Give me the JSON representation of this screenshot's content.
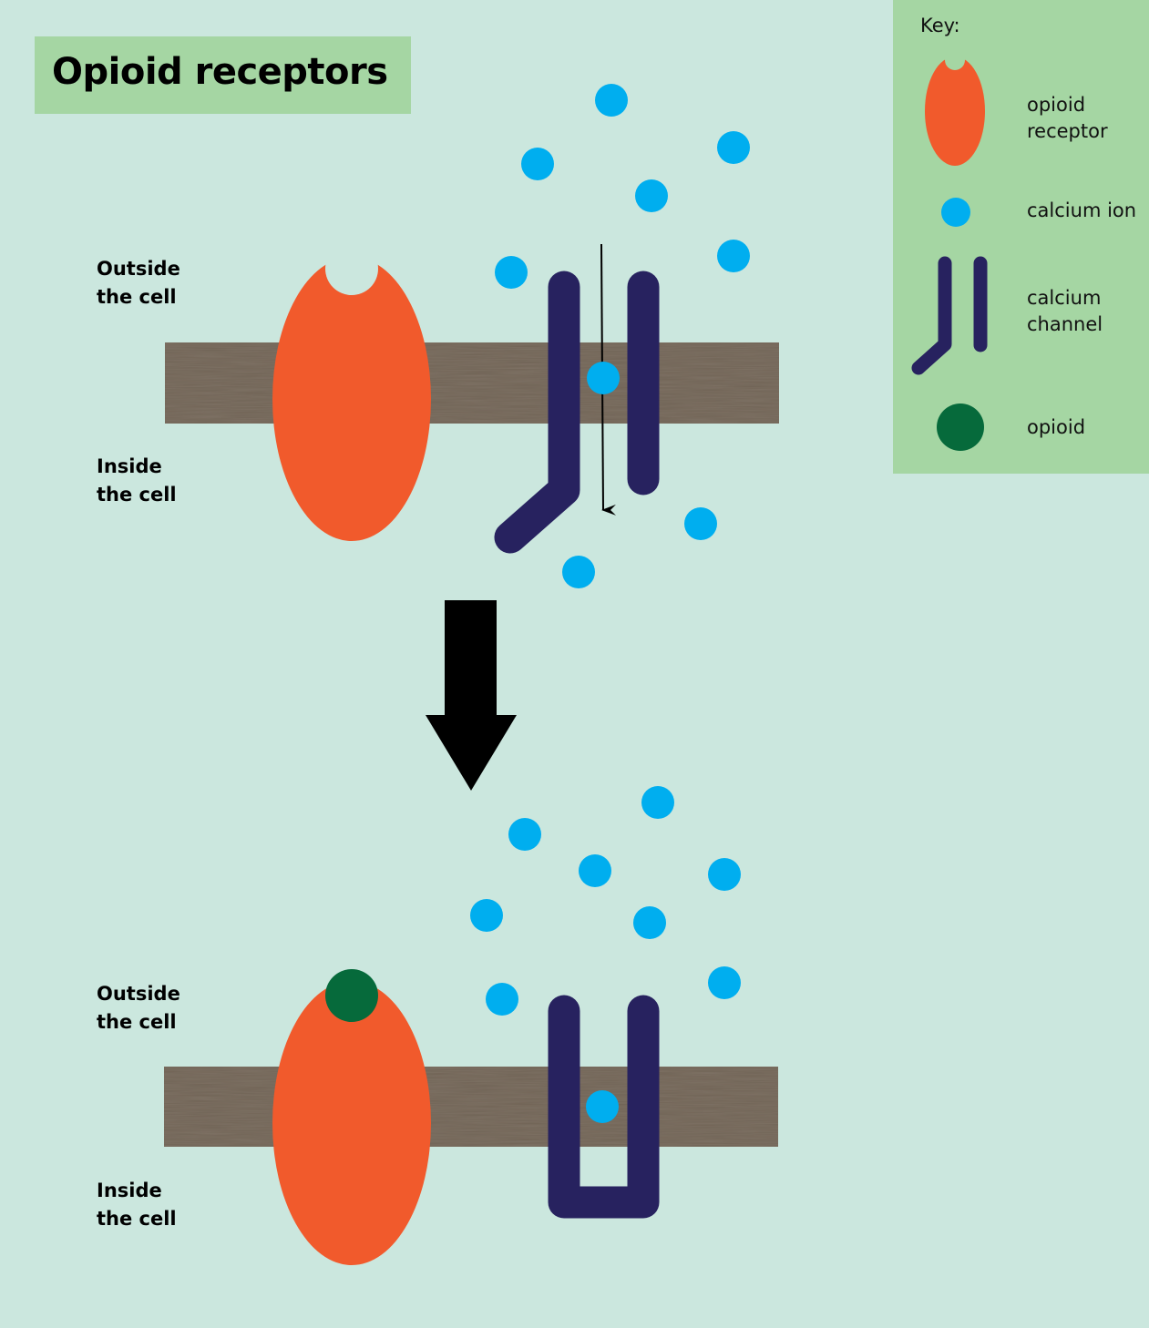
{
  "title": "Opioid receptors",
  "colors": {
    "background": "#cbe7de",
    "panel": "#a5d6a3",
    "receptor": "#f15a2c",
    "calcium_ion": "#00aeef",
    "channel": "#27225f",
    "opioid": "#066a3b",
    "membrane": "#6f6254"
  },
  "panels": [
    {
      "name": "before",
      "outside_label": [
        "Outside",
        "the cell"
      ],
      "inside_label": [
        "Inside",
        "the cell"
      ],
      "channel_state": "open",
      "opioid_bound": false,
      "ion_flow_arrow": true
    },
    {
      "name": "after",
      "outside_label": [
        "Outside",
        "the cell"
      ],
      "inside_label": [
        "Inside",
        "the cell"
      ],
      "channel_state": "closed",
      "opioid_bound": true,
      "ion_flow_arrow": false
    }
  ],
  "transition": "down-arrow",
  "key": {
    "title": "Key:",
    "items": [
      {
        "icon": "opioid-receptor-icon",
        "label": [
          "opioid",
          "receptor"
        ]
      },
      {
        "icon": "calcium-ion-icon",
        "label": [
          "calcium ion"
        ]
      },
      {
        "icon": "calcium-channel-icon",
        "label": [
          "calcium",
          "channel"
        ]
      },
      {
        "icon": "opioid-icon",
        "label": [
          "opioid"
        ]
      }
    ]
  }
}
